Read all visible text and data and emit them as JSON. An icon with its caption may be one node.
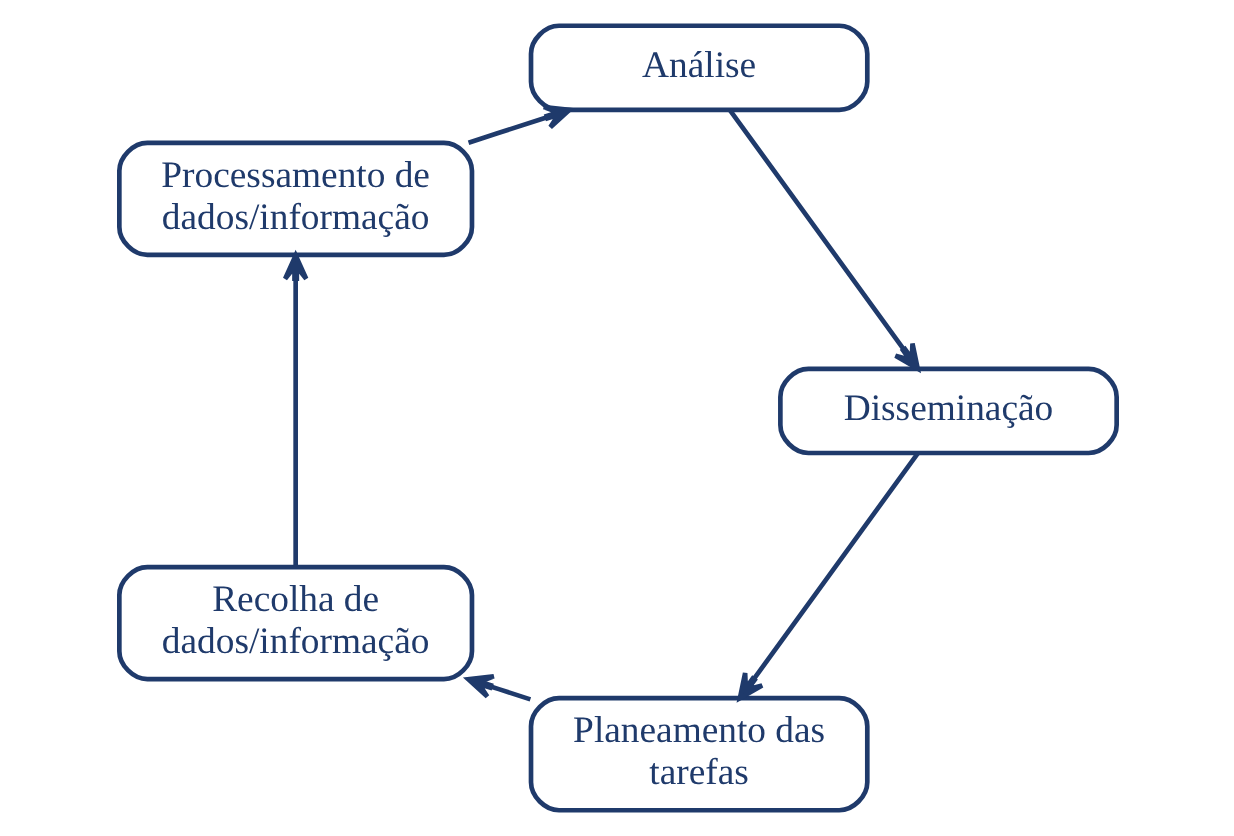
{
  "diagram": {
    "nodes": [
      {
        "text": [
          "Planeamento das tarefas"
        ]
      },
      {
        "text": [
          "Recolha de dados/informação"
        ]
      },
      {
        "text": [
          "Processamento de dados/informação"
        ]
      },
      {
        "text": [
          "Análise"
        ]
      },
      {
        "text": [
          "Disseminação"
        ]
      }
    ],
    "edges": [
      {
        "from": 0,
        "to": 1,
        "arrow": "to"
      },
      {
        "from": 1,
        "to": 2,
        "arrow": "to"
      },
      {
        "from": 2,
        "to": 3,
        "arrow": "to"
      },
      {
        "from": 3,
        "to": 4,
        "arrow": "to"
      },
      {
        "from": 4,
        "to": 0,
        "arrow": "to"
      }
    ]
  }
}
